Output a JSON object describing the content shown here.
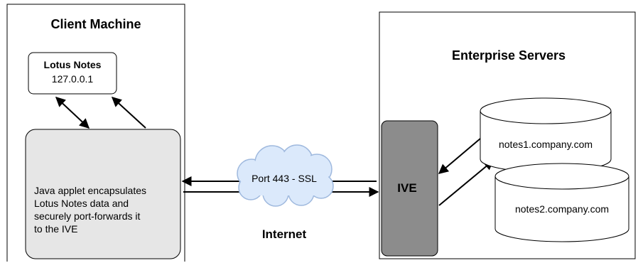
{
  "client": {
    "title": "Client Machine",
    "lotus_box": {
      "title": "Lotus Notes",
      "address": "127.0.0.1"
    },
    "applet_lines": [
      "Java applet encapsulates",
      "Lotus Notes data and",
      "securely port-forwards it",
      "to the IVE"
    ]
  },
  "internet": {
    "cloud_label": "Port 443 - SSL",
    "label": "Internet"
  },
  "enterprise": {
    "title": "Enterprise Servers",
    "ive_label": "IVE",
    "servers": [
      "notes1.company.com",
      "notes2.company.com"
    ]
  },
  "colors": {
    "applet_fill": "#e6e6e6",
    "ive_fill": "#8c8c8c",
    "cloud_fill": "#dbe9fb",
    "cloud_stroke": "#9fb9de"
  }
}
